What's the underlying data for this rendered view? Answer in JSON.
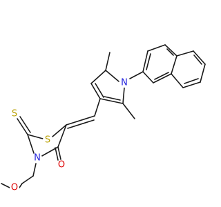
{
  "atoms": {
    "s_thione": {
      "text": "S",
      "color": "#b8a000"
    },
    "s_ring": {
      "text": "S",
      "color": "#b8a000"
    },
    "n_thiaz": {
      "text": "N",
      "color": "#2222dd"
    },
    "o_keto": {
      "text": "O",
      "color": "#dd0000"
    },
    "o_ether": {
      "text": "O",
      "color": "#dd0000"
    },
    "n_pyrrole": {
      "text": "N",
      "color": "#2222dd"
    }
  }
}
